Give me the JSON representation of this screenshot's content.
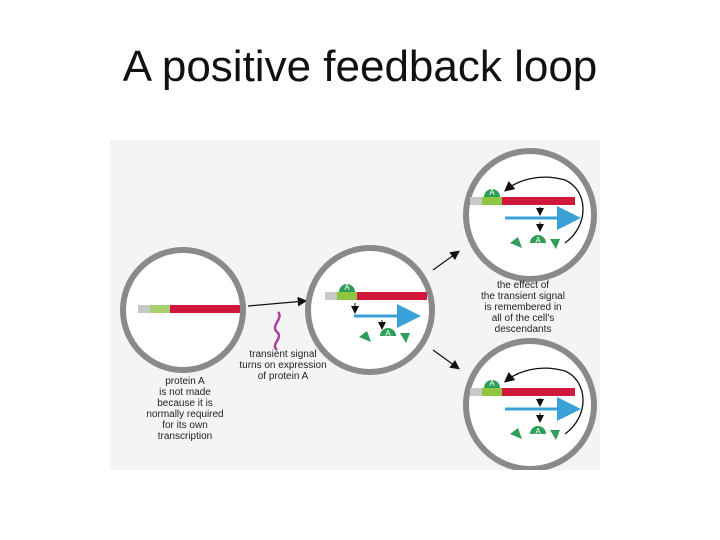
{
  "slide": {
    "title": "A positive feedback loop"
  },
  "diagram": {
    "protein_label": "A",
    "captions": {
      "not_made": "protein A\nis not made\nbecause it is\nnormally required\nfor its own\ntranscription",
      "transient_signal": "transient signal\nturns on expression\nof protein A",
      "remembered": "the effect of\nthe transient signal\nis remembered in\nall of the cell's\ndescendants"
    },
    "colors": {
      "cell_border": "#8a8a8a",
      "gene": "#d0183c",
      "promoter_active": "#8ec63f",
      "promoter_inactive": "#a8d070",
      "regulatory": "#c8c8c8",
      "mrna": "#3aa0d8",
      "protein": "#2e9e58",
      "signal": "#b03c9c"
    }
  }
}
